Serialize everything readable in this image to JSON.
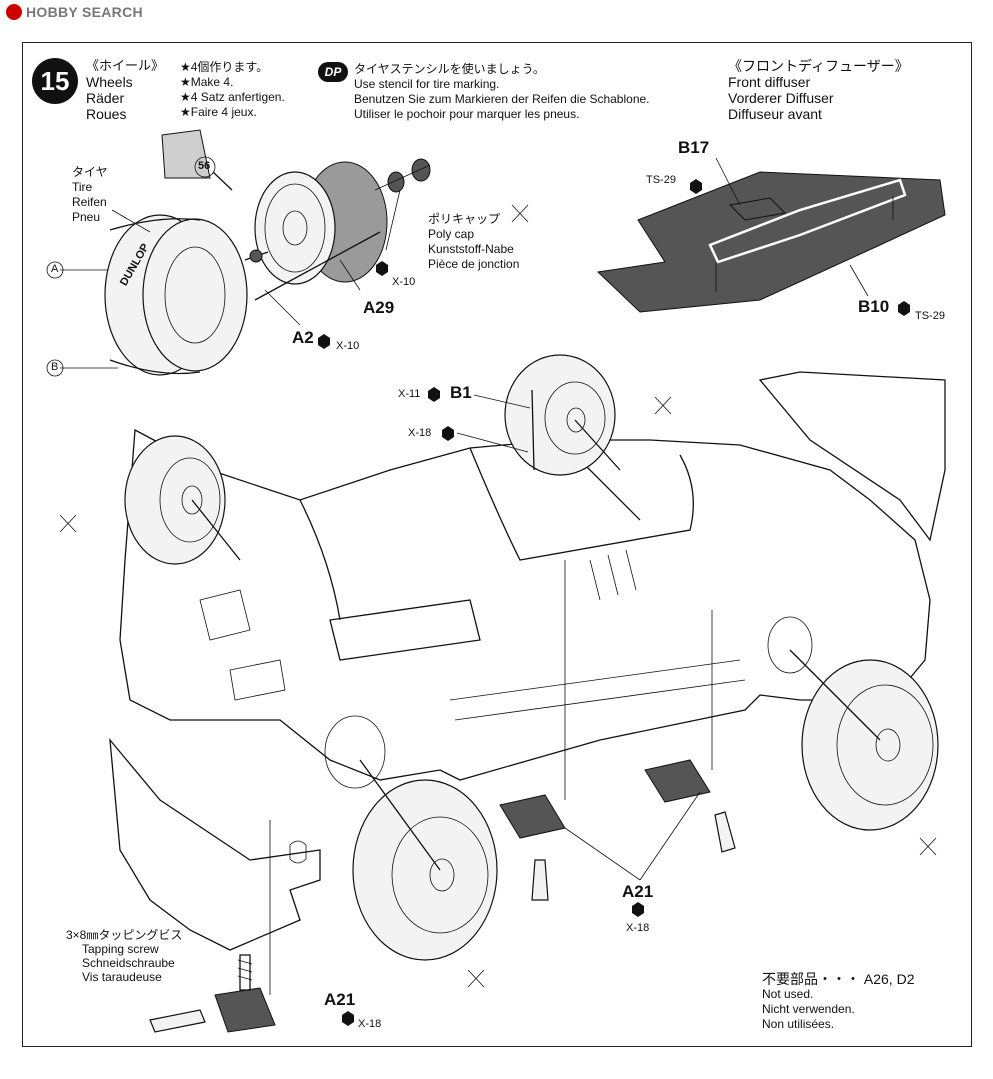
{
  "watermark": {
    "brand": "HOBBY SEARCH"
  },
  "step": {
    "number": "15",
    "title_lines": [
      "《ホイール》",
      "Wheels",
      "Räder",
      "Roues"
    ],
    "notes": [
      "★4個作ります。",
      "★Make 4.",
      "★4 Satz anfertigen.",
      "★Faire 4 jeux."
    ]
  },
  "stencil": {
    "badge": "DP",
    "lines": [
      "タイヤステンシルを使いましょう。",
      "Use stencil for tire marking.",
      "Benutzen Sie zum Markieren der Reifen die Schablone.",
      "Utiliser le pochoir pour marquer les pneus."
    ]
  },
  "front_diffuser": {
    "lines": [
      "《フロントディフューザー》",
      "Front diffuser",
      "Vorderer Diffuser",
      "Diffuseur avant"
    ],
    "b17": "B17",
    "ts29_a": "TS-29",
    "b10": "B10",
    "ts29_b": "TS-29"
  },
  "tire": {
    "lines": [
      "タイヤ",
      "Tire",
      "Reifen",
      "Pneu"
    ],
    "mark_a": "A",
    "mark_b": "B",
    "brand": "DUNLOP",
    "callout": "56"
  },
  "polycap": {
    "lines": [
      "ポリキャップ",
      "Poly cap",
      "Kunststoff-Nabe",
      "Pièce de jonction"
    ]
  },
  "parts": {
    "a29": "A29",
    "x10_a": "X-10",
    "a2": "A2",
    "x10_b": "X-10",
    "b1": "B1",
    "x11": "X-11",
    "x18_a": "X-18",
    "a21_right": "A21",
    "x18_b": "X-18",
    "a21_bottom": "A21",
    "x18_c": "X-18"
  },
  "screw": {
    "lines": [
      "3×8㎜タッピングビス",
      "Tapping screw",
      "Schneidschraube",
      "Vis taraudeuse"
    ]
  },
  "unused": {
    "lines": [
      "不要部品・・・ A26, D2",
      "Not used.",
      "Nicht verwenden.",
      "Non utilisées."
    ]
  }
}
